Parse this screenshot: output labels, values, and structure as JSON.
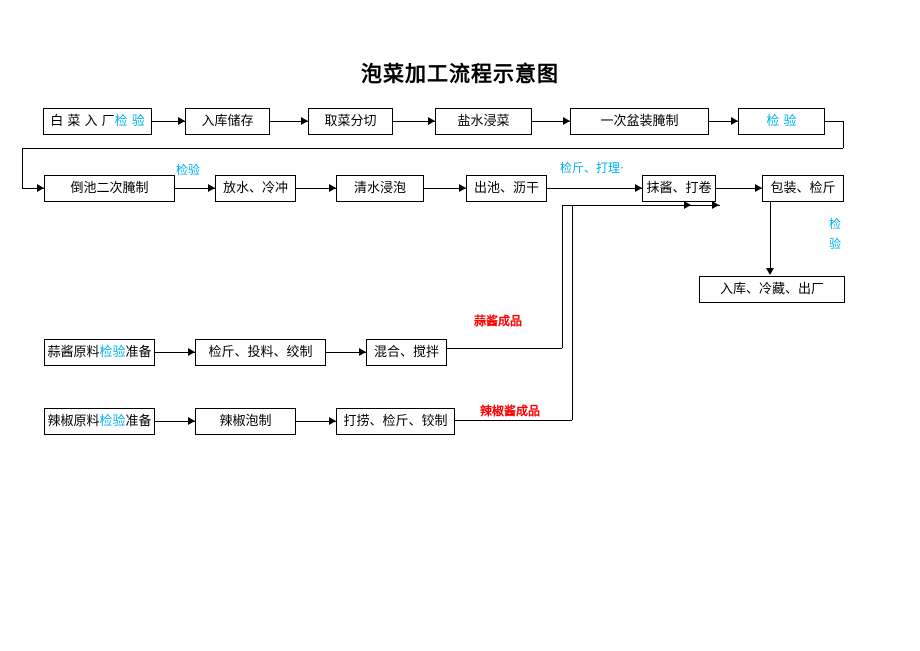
{
  "title": "泡菜加工流程示意图",
  "colors": {
    "inspection": "#00b0f0",
    "product": "#ff0000",
    "line": "#000000",
    "box_border": "#000000",
    "background": "#ffffff"
  },
  "rows": {
    "row1": [
      {
        "prefix": "白 菜 入 厂 ",
        "inspect": "检 验",
        "suffix": ""
      },
      {
        "prefix": "入库储存",
        "inspect": "",
        "suffix": ""
      },
      {
        "prefix": "取菜分切",
        "inspect": "",
        "suffix": ""
      },
      {
        "prefix": "盐水浸菜",
        "inspect": "",
        "suffix": ""
      },
      {
        "prefix": "一次盆装腌制",
        "inspect": "",
        "suffix": ""
      },
      {
        "prefix": "",
        "inspect": "检    验",
        "suffix": ""
      }
    ],
    "row2": [
      {
        "prefix": "倒池二次腌制",
        "inspect": "",
        "suffix": ""
      },
      {
        "prefix": "放水、冷冲",
        "inspect": "",
        "suffix": ""
      },
      {
        "prefix": "清水浸泡",
        "inspect": "",
        "suffix": ""
      },
      {
        "prefix": "出池、沥干",
        "inspect": "",
        "suffix": ""
      },
      {
        "prefix": "抹酱、打卷",
        "inspect": "",
        "suffix": ""
      },
      {
        "prefix": "包装、检斤",
        "inspect": "",
        "suffix": ""
      }
    ],
    "row_final": [
      {
        "prefix": "入库、冷藏、出厂",
        "inspect": "",
        "suffix": ""
      }
    ],
    "row_garlic": [
      {
        "prefix": "蒜酱原料",
        "inspect": "检验",
        "suffix": "准备"
      },
      {
        "prefix": "检斤、投料、绞制",
        "inspect": "",
        "suffix": ""
      },
      {
        "prefix": "混合、搅拌",
        "inspect": "",
        "suffix": ""
      }
    ],
    "row_chili": [
      {
        "prefix": "辣椒原料",
        "inspect": "检验",
        "suffix": "准备"
      },
      {
        "prefix": "辣椒泡制",
        "inspect": "",
        "suffix": ""
      },
      {
        "prefix": "打捞、检斤、铰制",
        "inspect": "",
        "suffix": ""
      }
    ]
  },
  "annotations": {
    "inspect_row2": "检验",
    "inspect_handling": "检斤、打理·",
    "inspect_final_line1": "检",
    "inspect_final_line2": "验",
    "garlic_product": "蒜酱成品",
    "chili_product": "辣椒酱成品"
  }
}
